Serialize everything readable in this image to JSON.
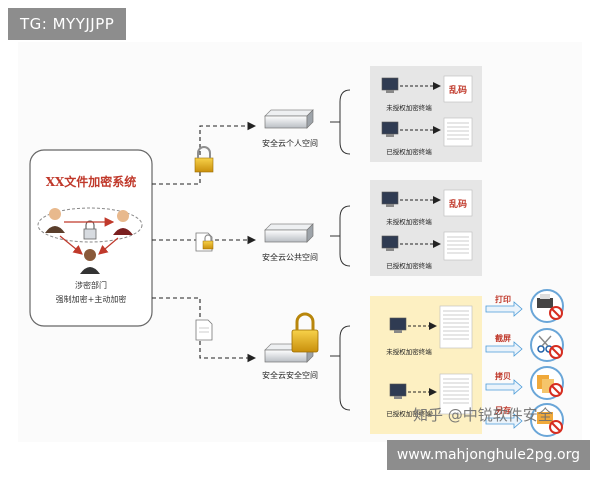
{
  "badges": {
    "top_left": "TG: MYYJJPP",
    "bottom_right": "www.mahjonghule2pg.org"
  },
  "system": {
    "title": "XX文件加密系统",
    "dept": "涉密部门",
    "mode": "强制加密+主动加密"
  },
  "spaces": [
    {
      "label": "安全云个人空间",
      "unauth": "未授权加密终端",
      "auth": "已授权加密终端",
      "garbled": "乱码"
    },
    {
      "label": "安全云公共空间",
      "unauth": "未授权加密终端",
      "auth": "已授权加密终端",
      "garbled": "乱码"
    },
    {
      "label": "安全云安全空间",
      "unauth": "未授权加密终端",
      "auth": "已授权加密终端"
    }
  ],
  "actions": [
    "打印",
    "截屏",
    "拷贝",
    "另存"
  ],
  "watermark": "知乎 @中锐软件安全",
  "colors": {
    "title_red": "#c0392b",
    "action_red": "#c0392b",
    "highlight": "#fdf0c2",
    "arrow_blue": "#4a9bd8"
  }
}
